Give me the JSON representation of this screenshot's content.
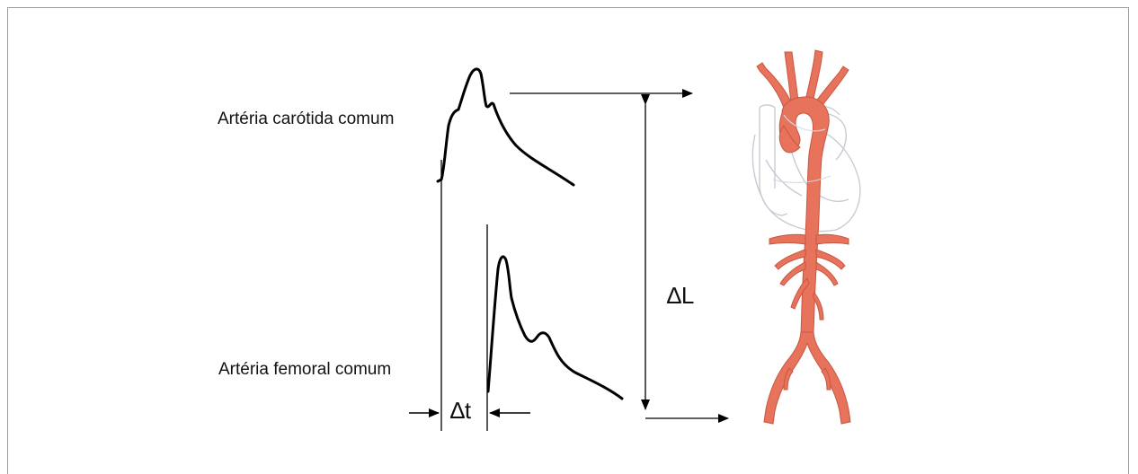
{
  "labels": {
    "carotid": "Artéria carótida comum",
    "femoral": "Artéria femoral comum",
    "delta_l": "∆L",
    "delta_t": "∆t"
  },
  "colors": {
    "artery_fill": "#e8735c",
    "artery_stroke": "#c9563f",
    "heart_outline": "#c7ccd3",
    "line": "#000000",
    "frame": "#9a9a9a"
  }
}
